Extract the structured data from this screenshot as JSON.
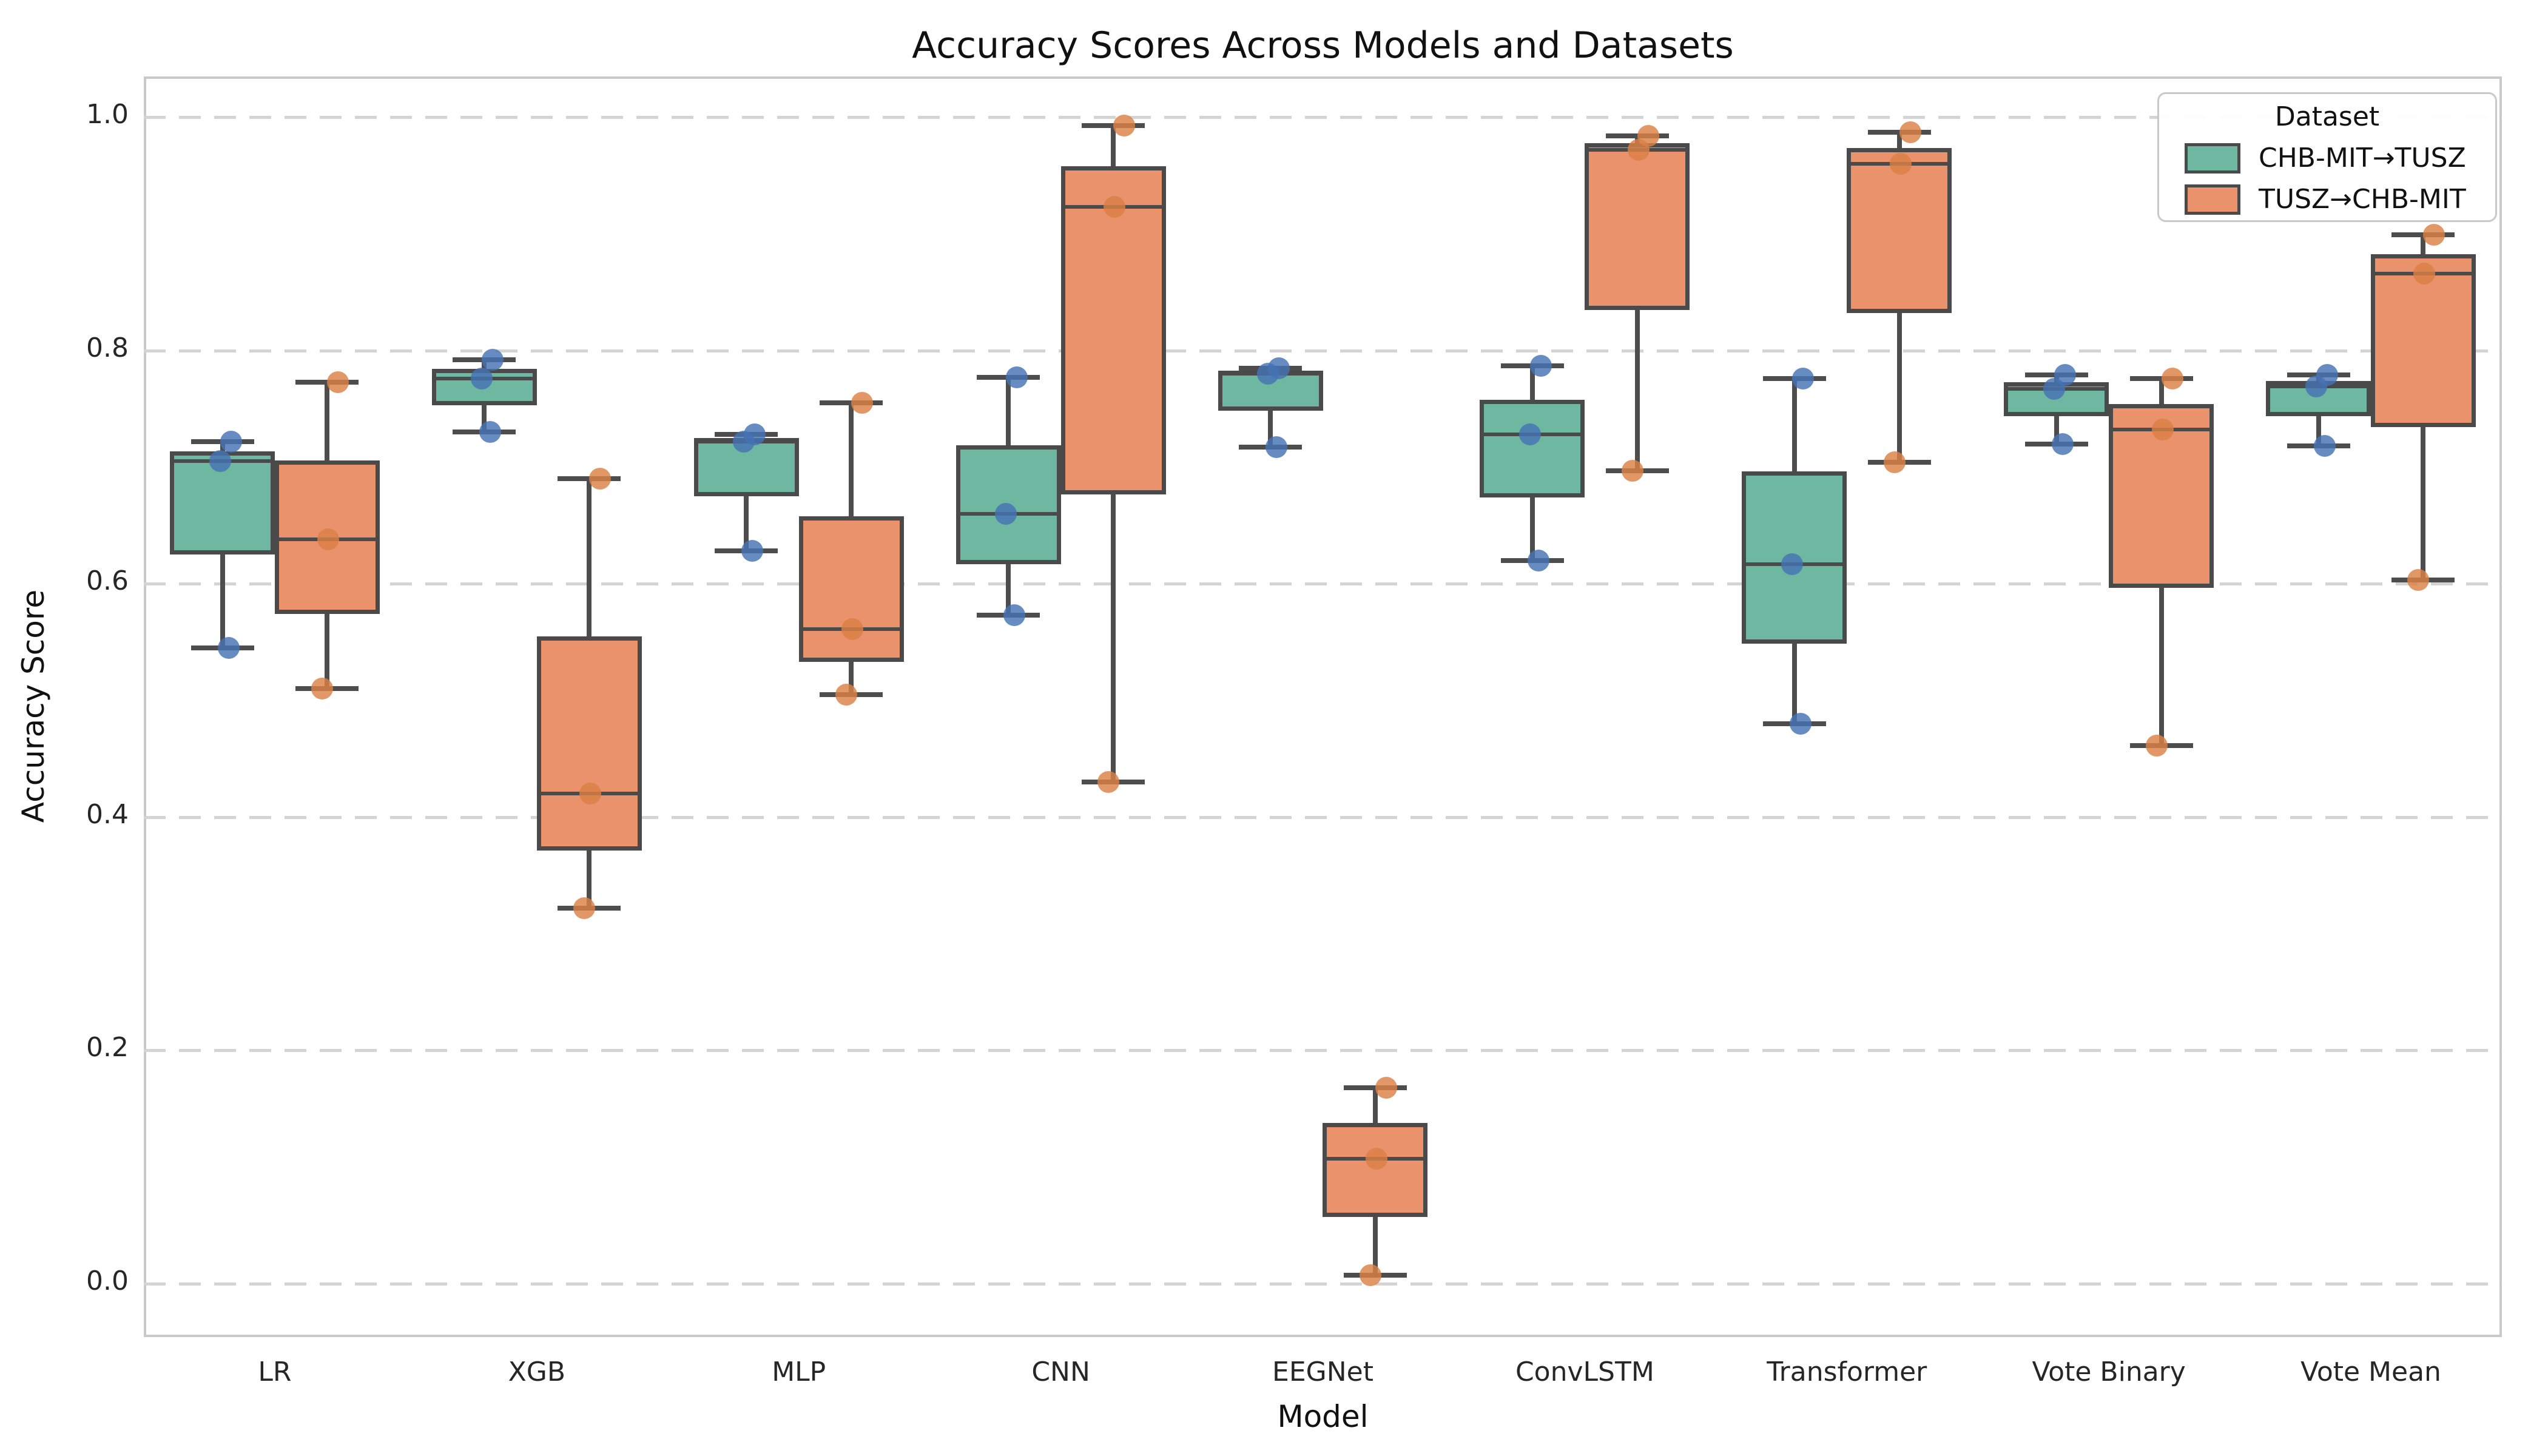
{
  "chart_data": {
    "type": "grouped_boxplot_with_points",
    "title": "Accuracy Scores Across Models and Datasets",
    "xlabel": "Model",
    "ylabel": "Accuracy Score",
    "categories": [
      "LR",
      "XGB",
      "MLP",
      "CNN",
      "EEGNet",
      "ConvLSTM",
      "Transformer",
      "Vote Binary",
      "Vote Mean"
    ],
    "yticks": [
      0.0,
      0.2,
      0.4,
      0.6,
      0.8,
      1.0
    ],
    "ylim": [
      -0.046,
      1.035
    ],
    "grid": "horizontal-dashed",
    "legend": {
      "title": "Dataset",
      "position": "upper right",
      "entries": [
        {
          "label": "CHB-MIT→TUSZ",
          "color": "#6eb7a1"
        },
        {
          "label": "TUSZ→CHB-MIT",
          "color": "#e9926c"
        }
      ]
    },
    "series": [
      {
        "name": "CHB-MIT→TUSZ",
        "box_color": "#6eb7a1",
        "point_color": "#4673b4",
        "values_per_category": [
          [
            0.545,
            0.705,
            0.722
          ],
          [
            0.73,
            0.776,
            0.792
          ],
          [
            0.628,
            0.722,
            0.728
          ],
          [
            0.573,
            0.66,
            0.777
          ],
          [
            0.717,
            0.78,
            0.785
          ],
          [
            0.62,
            0.728,
            0.787
          ],
          [
            0.48,
            0.617,
            0.776
          ],
          [
            0.72,
            0.767,
            0.779
          ],
          [
            0.718,
            0.769,
            0.779
          ]
        ]
      },
      {
        "name": "TUSZ→CHB-MIT",
        "box_color": "#e9926c",
        "point_color": "#dc8045",
        "values_per_category": [
          [
            0.51,
            0.638,
            0.773
          ],
          [
            0.322,
            0.42,
            0.69
          ],
          [
            0.505,
            0.561,
            0.755
          ],
          [
            0.43,
            0.923,
            0.993
          ],
          [
            0.007,
            0.107,
            0.168
          ],
          [
            0.697,
            0.972,
            0.984
          ],
          [
            0.704,
            0.96,
            0.987
          ],
          [
            0.461,
            0.732,
            0.776
          ],
          [
            0.603,
            0.866,
            0.899
          ]
        ]
      }
    ],
    "style": {
      "edge_color": "#4a4a4a",
      "grid_color": "#d4d4d4",
      "spine_color": "#c9c9c9",
      "background": "#ffffff"
    }
  }
}
